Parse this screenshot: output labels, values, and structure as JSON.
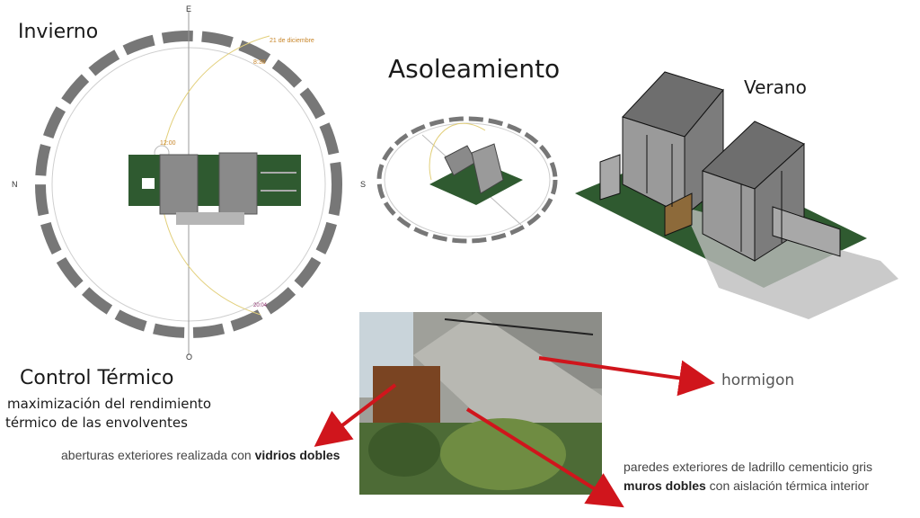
{
  "titles": {
    "winter": "Invierno",
    "main": "Asoleamiento",
    "summer": "Verano"
  },
  "compass": {
    "east": "E",
    "west": "O",
    "north": "N",
    "south": "S"
  },
  "sun_path": {
    "date": "21 de diciembre",
    "time_morning": "8:38",
    "time_noon": "12:00",
    "time_evening": "20:04"
  },
  "thermal": {
    "heading": "Control Térmico",
    "line1": "maximización del rendimiento",
    "line2": "térmico de las envolventes"
  },
  "callouts": {
    "glass_prefix": "aberturas exteriores realizada con ",
    "glass_bold": "vidrios dobles",
    "concrete": "hormigon",
    "walls_line1": "paredes exteriores de ladrillo cementicio gris",
    "walls_bold": "muros dobles",
    "walls_suffix": " con aislación térmica interior"
  },
  "colors": {
    "arrow": "#d0151c",
    "ground": "#2f5a30",
    "ring": "#777777",
    "sun_path": "#e2cf7a"
  }
}
